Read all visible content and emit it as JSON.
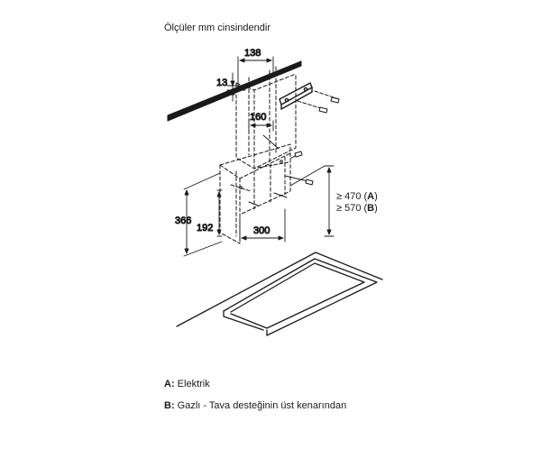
{
  "header": {
    "units_note": "Ölçüler mm cinsindendir"
  },
  "dimensions": {
    "d138": "138",
    "d13": "13",
    "d160": "160",
    "d366": "366",
    "d192": "192",
    "d300": "300",
    "clearance_a_prefix": "≥ 470 (",
    "clearance_a_key": "A",
    "clearance_a_suffix": ")",
    "clearance_b_prefix": "≥ 570 (",
    "clearance_b_key": "B",
    "clearance_b_suffix": ")"
  },
  "legend": {
    "a_key": "A:",
    "a_text": " Elektrik",
    "b_key": "B:",
    "b_text": " Gazlı - Tava desteğinin üst kenarından"
  }
}
